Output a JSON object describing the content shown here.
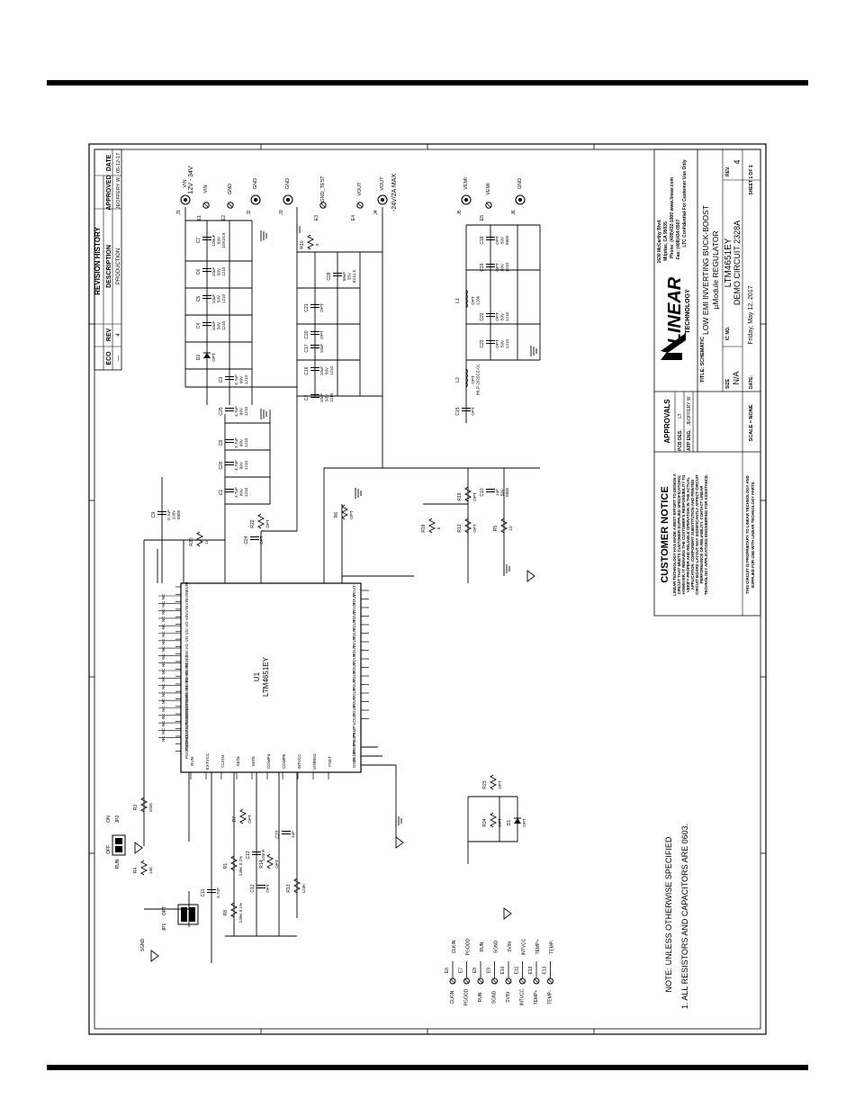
{
  "revision": {
    "heading": "REVISION HISTORY",
    "cols": [
      "ECO",
      "REV",
      "DESCRIPTION",
      "APPROVED",
      "DATE"
    ],
    "row": [
      "—",
      "4",
      "PRODUCTION",
      "JEOFFERY W.",
      "05-12-17"
    ]
  },
  "notice": {
    "title": "CUSTOMER NOTICE",
    "lines": [
      "LINEAR TECHNOLOGY HAS MADE A BEST EFFORT TO DESIGN A",
      "CIRCUIT THAT MEETS CUSTOMER-SUPPLIED SPECIFICATIONS;",
      "HOWEVER, IT REMAINS THE CUSTOMER'S RESPONSIBILITY TO",
      "VERIFY PROPER AND RELIABLE OPERATION IN THE ACTUAL",
      "APPLICATION. COMPONENT SUBSTITUTION AND PRINTED",
      "CIRCUIT BOARD LAYOUT MAY SIGNIFICANTLY AFFECT CIRCUIT",
      "PERFORMANCE OR RELIABILITY. CONTACT LINEAR",
      "TECHNOLOGY APPLICATIONS ENGINEERING FOR ASSISTANCE."
    ],
    "proprietary": [
      "THIS CIRCUIT IS PROPRIETARY TO LINEAR TECHNOLOGY AND",
      "SUPPLIED FOR USE WITH LINEAR TECHNOLOGY PARTS."
    ]
  },
  "approvals": {
    "title": "APPROVALS",
    "pcb_des": "PCB DES.",
    "pcb_val": "LT",
    "app_eng": "APP ENG.",
    "app_val": "JEOFFERY W.",
    "scale": "SCALE = NONE"
  },
  "title_block": {
    "address": [
      "1630 McCarthy Blvd.",
      "Milpitas, CA 95035",
      "Phone: (408)432-1900  www.linear.com",
      "Fax: (408)434-0507",
      "LTC Confidential-For Customer Use Only"
    ],
    "logo_word": "LINEAR",
    "logo_sub": "TECHNOLOGY",
    "title_label": "TITLE: SCHEMATIC",
    "title_lines": [
      "LOW EMI INVERTING BUCK-BOOST",
      "µModule REGULATOR"
    ],
    "size_label": "SIZE",
    "size": "N/A",
    "ic_label": "IC NO.",
    "ic": "LTM4651EY",
    "demo": "DEMO CIRCUIT 2328A",
    "rev_label": "REV.",
    "rev": "4",
    "date_label": "DATE:",
    "date": "Friday, May 12, 2017",
    "sheet": "SHEET  1  OF  1"
  },
  "note": {
    "heading": "NOTE: UNLESS OTHERWISE SPECIFIED",
    "line1": "1.  ALL RESISTORS AND CAPACITORS ARE 0603."
  },
  "u1": {
    "ref": "U1",
    "part": "LTM4651EY",
    "left_pins": [
      "SVIN",
      "VIN",
      "VIN",
      "VIN",
      "VIN",
      "VD",
      "VD",
      "VD",
      "VD",
      "SW",
      "PGND",
      "PGND",
      "PGND",
      "PGND",
      "PGND",
      "PGND",
      "GNDSNS",
      "GNDSNS",
      "SVOUT-",
      "SVOUT-",
      "SVOUT-",
      "PGDFB",
      "PGOOD"
    ],
    "nc_pins": [
      "NC",
      "NC",
      "NC",
      "NC",
      "NC",
      "NC",
      "NC",
      "NC",
      "NC",
      "NC",
      "NC",
      "NC",
      "NC",
      "NC",
      "NC",
      "NC",
      "NC",
      "NC",
      "NC",
      "NC"
    ],
    "vout_pins": [
      "VOUT-",
      "VOUT-",
      "VOUT-",
      "VOUT-",
      "VOUT-",
      "VOUT-",
      "VOUT-",
      "VOUT-",
      "VOUT-",
      "VOUT-",
      "VOUT-",
      "VOUT-",
      "VOUT-",
      "VOUT-",
      "VOUT-",
      "VOUT-"
    ],
    "right_pins": [
      "TEMP-",
      "TEMP+",
      "TEMP+",
      "TEMP-",
      "GND"
    ],
    "top_pins": [
      "RUN",
      "EXTVCC",
      "CLKIN",
      "SETa",
      "SETb",
      "COMPa",
      "COMPb",
      "INTVCC",
      "VINREG",
      "FSET"
    ]
  },
  "rails": {
    "vin": "VIN",
    "vin_range": "12V - 34V",
    "gnd": "GND",
    "gnd_test": "GND_TEST",
    "vout": "VOUT",
    "vout_rating": "-24V/2A MAX",
    "vemi": "VEMI"
  },
  "jumpers": {
    "jp1": "JP1",
    "jp1_opt": "OPT",
    "jp2": "JP2",
    "on": "ON",
    "off": "OFF",
    "run": "RUN",
    "sgnd": "SGND"
  },
  "components": [
    {
      "ref": "C7",
      "val": "100uF\n63V\n10X10.5"
    },
    {
      "ref": "C6",
      "val": "10uF\n50V\n1210"
    },
    {
      "ref": "C5",
      "val": "10uF\n50V\n1210"
    },
    {
      "ref": "C4",
      "val": "10uF\n50V\n1210"
    },
    {
      "ref": "D2",
      "val": "OPT"
    },
    {
      "ref": "C3",
      "val": "4.7uF\n80V\n1210"
    },
    {
      "ref": "C25",
      "val": "4.7uF\n80V\n1210"
    },
    {
      "ref": "C8",
      "val": "4.7uF\n80V\n1210"
    },
    {
      "ref": "C26",
      "val": "4.7uF\n80V\n1210"
    },
    {
      "ref": "C1",
      "val": "4.7uF\n80V\n1210"
    },
    {
      "ref": "C9",
      "val": "0.1uF\n100V\n0805"
    },
    {
      "ref": "R20",
      "val": "10"
    },
    {
      "ref": "R22",
      "val": "OPT"
    },
    {
      "ref": "C24",
      "val": "OPT"
    },
    {
      "ref": "R10",
      "val": "0"
    },
    {
      "ref": "C28",
      "val": "56uF\n35V\n8X11.5"
    },
    {
      "ref": "C21",
      "val": "OPT"
    },
    {
      "ref": "C20",
      "val": "OPT"
    },
    {
      "ref": "C17",
      "val": "10uF"
    },
    {
      "ref": "C16",
      "val": "10uF\n50V\n1210"
    },
    {
      "ref": "C2",
      "val": "10uF\n50V\n1210"
    },
    {
      "ref": "L1",
      "val": "OPT\n1206"
    },
    {
      "ref": "L2",
      "val": "OPT\nIHLP-2525CZ-01"
    },
    {
      "ref": "C18",
      "val": "OPT\n50V\n0805"
    },
    {
      "ref": "C19",
      "val": "OPT\n50V\n1210"
    },
    {
      "ref": "C22",
      "val": "OPT\n50V\n1210"
    },
    {
      "ref": "C23",
      "val": "OPT\n50V\n1210"
    },
    {
      "ref": "C15",
      "val": "OPT"
    },
    {
      "ref": "R19",
      "val": "OPT"
    },
    {
      "ref": "C10",
      "val": "1uF\n50V\n0805"
    },
    {
      "ref": "R18",
      "val": "0"
    },
    {
      "ref": "R12",
      "val": "OPT"
    },
    {
      "ref": "R5",
      "val": "10"
    },
    {
      "ref": "R6",
      "val": "OPT"
    },
    {
      "ref": "R3",
      "val": "102K"
    },
    {
      "ref": "R4",
      "val": "14K"
    },
    {
      "ref": "C11",
      "val": "4.7nF"
    },
    {
      "ref": "R1",
      "val": "249K 0.1%"
    },
    {
      "ref": "R8",
      "val": "249K 0.1%"
    },
    {
      "ref": "R7",
      "val": "OPT"
    },
    {
      "ref": "C13",
      "val": "100nF"
    },
    {
      "ref": "R14",
      "val": "OPT"
    },
    {
      "ref": "C12",
      "val": "OPT"
    },
    {
      "ref": "R13",
      "val": "124K"
    },
    {
      "ref": "C27",
      "val": "1uF"
    },
    {
      "ref": "R23",
      "val": "OPT"
    },
    {
      "ref": "R24",
      "val": "OPT"
    },
    {
      "ref": "D1",
      "val": "OPT"
    }
  ],
  "turrets": [
    {
      "ref": "E6",
      "net": "CLKIN"
    },
    {
      "ref": "E7",
      "net": "PGOOD"
    },
    {
      "ref": "E8",
      "net": "RUN"
    },
    {
      "ref": "E9",
      "net": "SGND"
    },
    {
      "ref": "E10",
      "net": "SVIN"
    },
    {
      "ref": "E11",
      "net": "INTVCC"
    },
    {
      "ref": "E12",
      "net": "TEMP+"
    },
    {
      "ref": "E13",
      "net": "TEMP-"
    }
  ],
  "connectors": [
    {
      "ref": "J1",
      "label": "VIN"
    },
    {
      "ref": "E1",
      "label": "VIN"
    },
    {
      "ref": "E2",
      "label": "GND"
    },
    {
      "ref": "J2",
      "label": "GND"
    },
    {
      "ref": "J3",
      "label": "GND"
    },
    {
      "ref": "E3",
      "label": "GND_TEST"
    },
    {
      "ref": "E4",
      "label": "VOUT"
    },
    {
      "ref": "J4",
      "label": "VOUT"
    },
    {
      "ref": "J5",
      "label": "VEMI"
    },
    {
      "ref": "E5",
      "label": "VEMI"
    },
    {
      "ref": "J6",
      "label": "GND"
    }
  ]
}
